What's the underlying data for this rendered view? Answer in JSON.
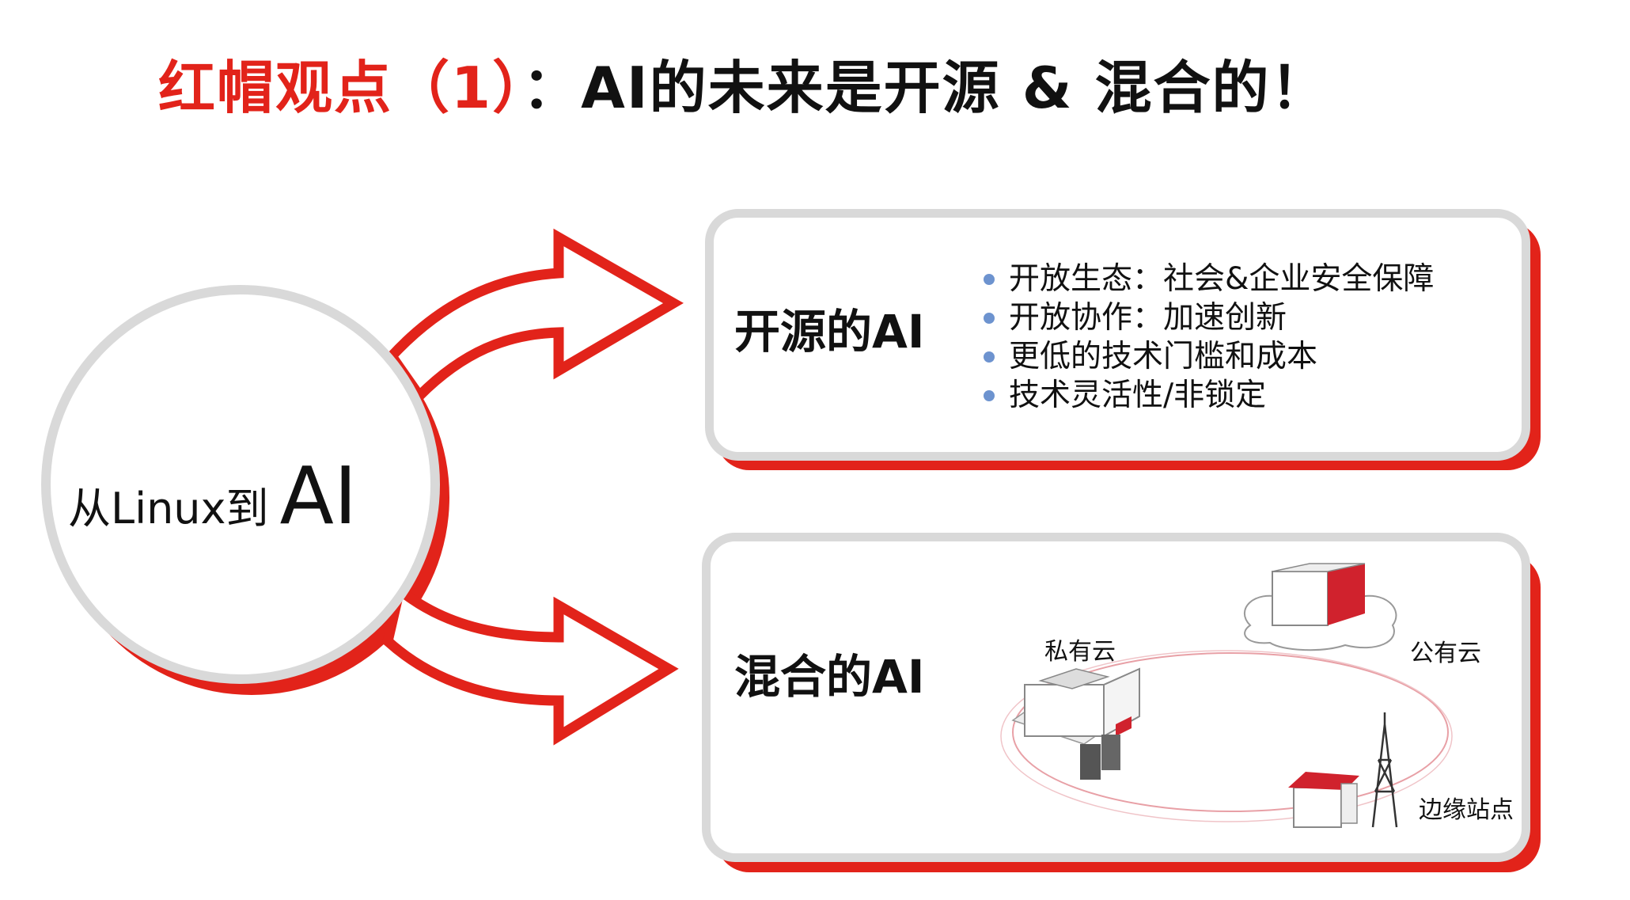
{
  "title": {
    "highlight": "红帽观点（1）",
    "rest": "：AI的未来是开源 & 混合的！"
  },
  "center": {
    "prefix": "从Linux到",
    "emphasis": "AI"
  },
  "open_source_box": {
    "label": "开源的AI",
    "bullets": [
      "开放生态：社会&企业安全保障",
      "开放协作：加速创新",
      "更低的技术门槛和成本",
      "技术灵活性/非锁定"
    ]
  },
  "hybrid_box": {
    "label": "混合的AI",
    "nodes": [
      "私有云",
      "公有云",
      "边缘站点"
    ]
  },
  "colors": {
    "accent": "#e2231a",
    "border": "#d9d9d9",
    "bullet": "#6d93cf"
  }
}
